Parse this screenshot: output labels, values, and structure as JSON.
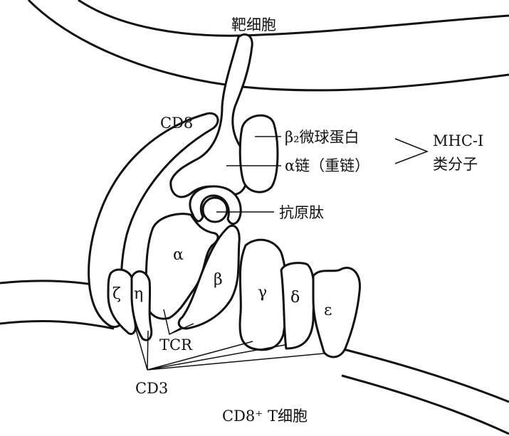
{
  "labels": {
    "target_cell": "靶细胞",
    "cd8": "CD8",
    "b2m": "β₂微球蛋白",
    "alpha_chain": "α链（重链）",
    "mhc_line1": "MHC-I",
    "mhc_line2": "类分子",
    "peptide": "抗原肽",
    "tcr_alpha": "α",
    "tcr_beta": "β",
    "gamma": "γ",
    "delta": "δ",
    "epsilon": "ε",
    "zeta": "ζ",
    "eta": "η",
    "tcr": "TCR",
    "cd3": "CD3",
    "t_cell": "CD8⁺ T细胞"
  }
}
